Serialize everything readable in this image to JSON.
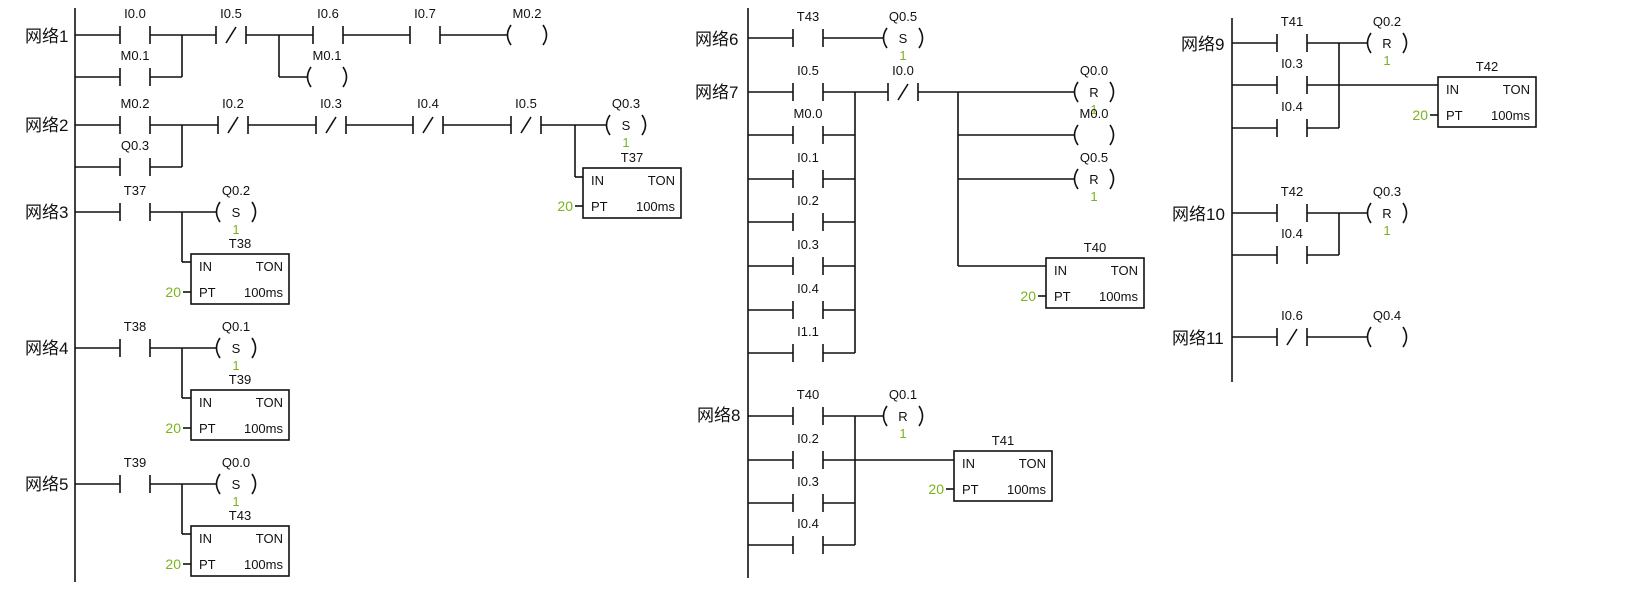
{
  "networks": [
    {
      "label": "网络1"
    },
    {
      "label": "网络2"
    },
    {
      "label": "网络3"
    },
    {
      "label": "网络4"
    },
    {
      "label": "网络5"
    },
    {
      "label": "网络6"
    },
    {
      "label": "网络7"
    },
    {
      "label": "网络8"
    },
    {
      "label": "网络9"
    },
    {
      "label": "网络10"
    },
    {
      "label": "网络11"
    }
  ],
  "contacts": {
    "n1": [
      "I0.0",
      "I0.5",
      "I0.6",
      "I0.7",
      "M0.1",
      "M0.1"
    ],
    "n1_coil": "M0.2",
    "n2": [
      "M0.2",
      "I0.2",
      "I0.3",
      "I0.4",
      "I0.5",
      "Q0.3"
    ],
    "n2_coil": "Q0.3",
    "n3": "T37",
    "n3_coil": "Q0.2",
    "n4": "T38",
    "n4_coil": "Q0.1",
    "n5": "T39",
    "n5_coil": "Q0.0",
    "n6": "T43",
    "n6_coil": "Q0.5",
    "n7": [
      "I0.5",
      "I0.0",
      "M0.0",
      "I0.1",
      "I0.2",
      "I0.3",
      "I0.4",
      "I1.1"
    ],
    "n7_coils": [
      "Q0.0",
      "M0.0",
      "Q0.5"
    ],
    "n8": [
      "T40",
      "I0.2",
      "I0.3",
      "I0.4"
    ],
    "n8_coil": "Q0.1",
    "n9": [
      "T41",
      "I0.3",
      "I0.4"
    ],
    "n9_coil": "Q0.2",
    "n10": [
      "T42",
      "I0.4"
    ],
    "n10_coil": "Q0.3",
    "n11": "I0.6",
    "n11_coil": "Q0.4"
  },
  "coil_types": {
    "set": "S",
    "reset": "R"
  },
  "coil_count": "1",
  "timers": {
    "names": [
      "T37",
      "T38",
      "T39",
      "T43",
      "T40",
      "T41",
      "T42"
    ],
    "in_label": "IN",
    "type_label": "TON",
    "pt_label": "PT",
    "base": "100ms",
    "preset": "20"
  }
}
